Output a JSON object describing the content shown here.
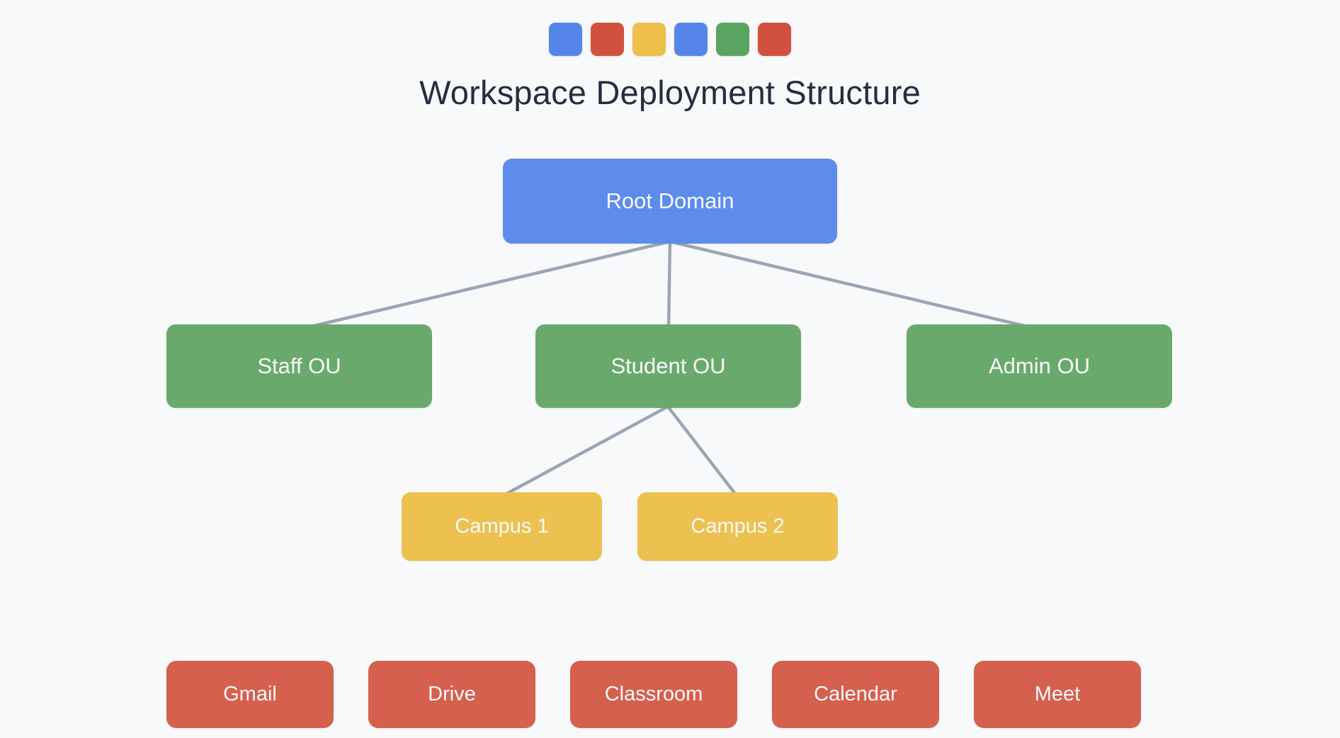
{
  "page": {
    "title": "Workspace Deployment Structure",
    "background": "#f8f9fb",
    "title_color": "#242e3f"
  },
  "logo_squares": [
    {
      "name": "blue-square",
      "color": "#5685ea"
    },
    {
      "name": "red-square",
      "color": "#d1503e"
    },
    {
      "name": "yellow-square",
      "color": "#eec04a"
    },
    {
      "name": "blue-square",
      "color": "#5685ea"
    },
    {
      "name": "green-square",
      "color": "#5aa462"
    },
    {
      "name": "red-square",
      "color": "#d1503e"
    }
  ],
  "diagram": {
    "line_color": "#9ba5b5",
    "node_text_color": "#fafafa",
    "nodes": {
      "root": {
        "label": "Root Domain",
        "color": "#5d8cec"
      },
      "staff_ou": {
        "label": "Staff OU",
        "color": "#69aa6c"
      },
      "student_ou": {
        "label": "Student OU",
        "color": "#69aa6c"
      },
      "admin_ou": {
        "label": "Admin OU",
        "color": "#69aa6c"
      },
      "campus_1": {
        "label": "Campus 1",
        "color": "#ecc150"
      },
      "campus_2": {
        "label": "Campus 2",
        "color": "#ecc150"
      }
    },
    "apps": [
      {
        "label": "Gmail",
        "color": "#d5604e"
      },
      {
        "label": "Drive",
        "color": "#d5604e"
      },
      {
        "label": "Classroom",
        "color": "#d5604e"
      },
      {
        "label": "Calendar",
        "color": "#d5604e"
      },
      {
        "label": "Meet",
        "color": "#d5604e"
      }
    ],
    "edges": [
      {
        "from": "root",
        "to": "staff_ou"
      },
      {
        "from": "root",
        "to": "student_ou"
      },
      {
        "from": "root",
        "to": "admin_ou"
      },
      {
        "from": "student_ou",
        "to": "campus_1"
      },
      {
        "from": "student_ou",
        "to": "campus_2"
      }
    ]
  }
}
